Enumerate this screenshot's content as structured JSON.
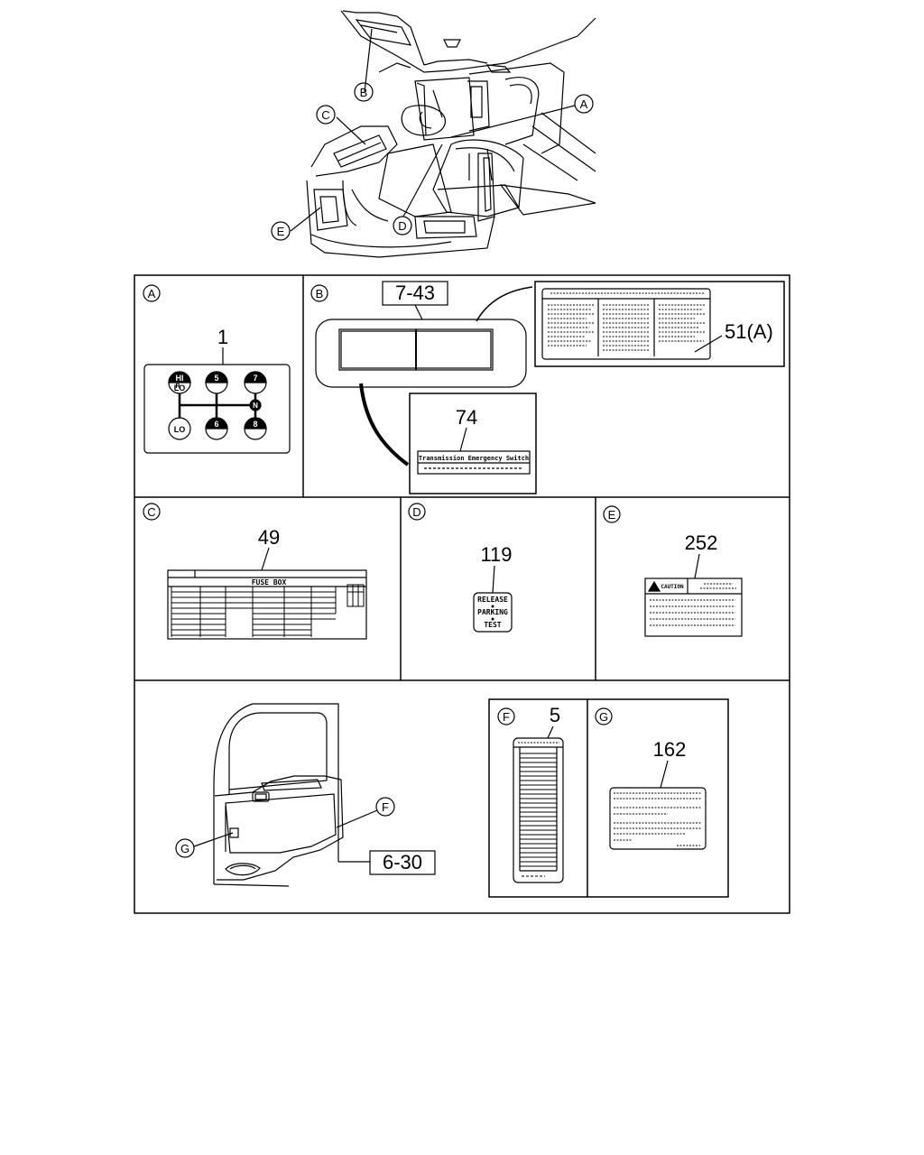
{
  "callouts": {
    "a": "A",
    "b": "B",
    "c": "C",
    "d": "D",
    "e": "E",
    "f": "F",
    "g": "G"
  },
  "parts": {
    "p1": "1",
    "p7_43": "7-43",
    "p51a": "51(A)",
    "p74": "74",
    "p49": "49",
    "p119": "119",
    "p252": "252",
    "p6_30": "6-30",
    "p5": "5",
    "p162": "162"
  },
  "label_text": {
    "shift_hi": "HI",
    "shift_r": "R",
    "shift_lo_small": "LO",
    "shift_5": "5",
    "shift_7": "7",
    "shift_n": "N",
    "shift_lo": "LO",
    "shift_6": "6",
    "shift_8": "8",
    "transmission": "Transmission Emergency Switch",
    "fuse_box": "FUSE BOX",
    "release_1": "RELEASE",
    "release_2": "PARKING",
    "release_3": "TEST",
    "caution": "CAUTION"
  }
}
